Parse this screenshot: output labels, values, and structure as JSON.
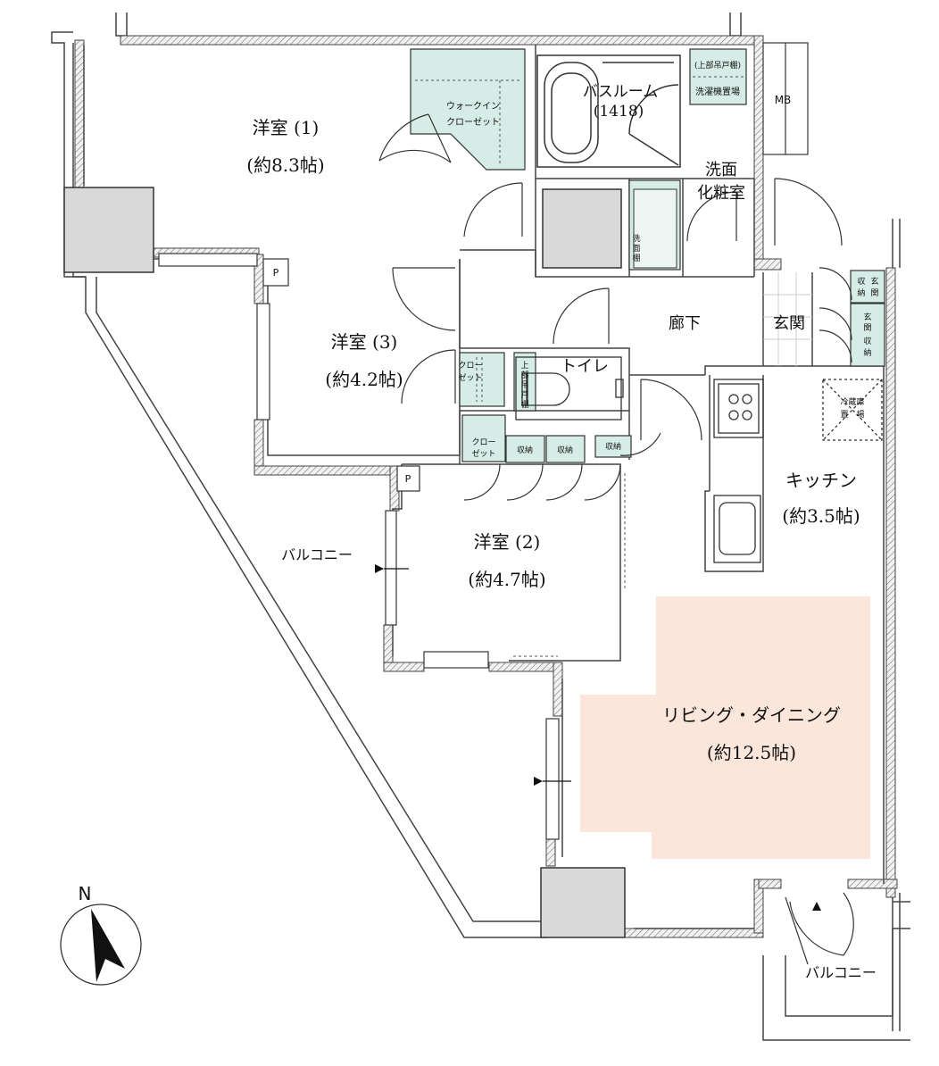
{
  "rooms": {
    "western1": {
      "name": "洋室 (1)",
      "size": "(約8.3帖)"
    },
    "western2": {
      "name": "洋室 (2)",
      "size": "(約4.7帖)"
    },
    "western3": {
      "name": "洋室 (3)",
      "size": "(約4.2帖)"
    },
    "living": {
      "name": "リビング・ダイニング",
      "size": "(約12.5帖)"
    },
    "kitchen": {
      "name": "キッチン",
      "size": "(約3.5帖)"
    },
    "bath": {
      "name": "バスルーム",
      "size": "(1418)"
    },
    "washroom": {
      "line1": "洗面",
      "line2": "化粧室"
    },
    "hallway": {
      "name": "廊下"
    },
    "entrance": {
      "name": "玄関"
    },
    "toilet": {
      "name": "トイレ"
    }
  },
  "storage": {
    "walkin_line1": "ウォークイン",
    "walkin_line2": "クローゼット",
    "upper_shelf": "(上部吊戸棚)",
    "washer": "洗濯機置場",
    "closet_line1": "クロー",
    "closet_line2": "ゼット",
    "shuno": "収納",
    "genkan_shuno_1": "収",
    "genkan_shuno_2": "納",
    "genkan_shuno_3": "玄",
    "genkan_shuno_4": "関",
    "genkan_shuno2_1": "玄",
    "genkan_shuno2_2": "関",
    "genkan_shuno2_3": "収",
    "genkan_shuno2_4": "納",
    "fridge_line1": "冷蔵庫",
    "fridge_line2": "置　場",
    "toilet_shelf_1": "上",
    "toilet_shelf_2": "部",
    "toilet_shelf_3": "吊",
    "toilet_shelf_4": "戸",
    "toilet_shelf_5": "棚",
    "wash_shelf_1": "洗",
    "wash_shelf_2": "面",
    "wash_shelf_3": "棚"
  },
  "misc": {
    "balcony_west": "バルコニー",
    "balcony_south": "バルコニー",
    "mb": "MB",
    "pipe1": "P",
    "pipe2": "P",
    "north": "N"
  },
  "colors": {
    "storage_fill": "#d6ece6",
    "living_fill": "#fbe6dc",
    "column_fill": "#d9d9d9",
    "wall": "#555555"
  }
}
